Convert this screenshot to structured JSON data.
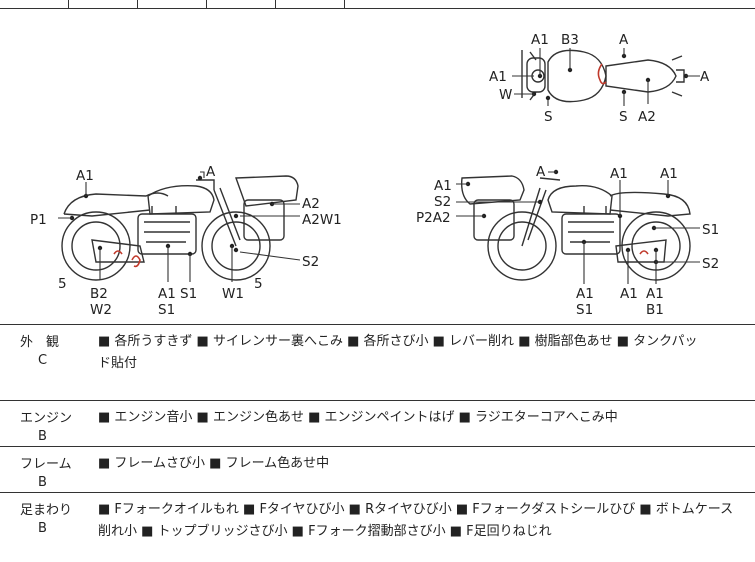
{
  "diagram": {
    "top_view": {
      "labels": [
        "A1",
        "B3",
        "A",
        "A1",
        "W",
        "A",
        "S",
        "S",
        "A2"
      ]
    },
    "left_view": {
      "labels": [
        "A1",
        "A",
        "P1",
        "A2",
        "A2W1",
        "S2",
        "5",
        "5",
        "B2",
        "W2",
        "A1",
        "S1",
        "S1",
        "W1"
      ]
    },
    "right_view": {
      "labels": [
        "A",
        "A1",
        "A1",
        "A1",
        "S2",
        "P2A2",
        "S1",
        "S2",
        "A1",
        "S1",
        "A1",
        "A1",
        "B1"
      ]
    }
  },
  "report": {
    "square_glyph": "■",
    "sections": [
      {
        "name": "外　観",
        "grade": "C",
        "lines": [
          "■ 各所うすきず ■ サイレンサー裏へこみ ■ 各所さび小 ■ レバー削れ ■ 樹脂部色あせ ■ タンクパッ",
          "ド貼付"
        ]
      },
      {
        "name": "エンジン",
        "grade": "B",
        "lines": [
          "■ エンジン音小 ■ エンジン色あせ ■ エンジンペイントはげ ■ ラジエターコアへこみ中"
        ]
      },
      {
        "name": "フレーム",
        "grade": "B",
        "lines": [
          "■ フレームさび小 ■ フレーム色あせ中"
        ]
      },
      {
        "name": "足まわり",
        "grade": "B",
        "lines": [
          "■ Fフォークオイルもれ ■ Fタイヤひび小 ■ Rタイヤひび小 ■ Fフォークダストシールひび ■ ボトムケース",
          "削れ小 ■ トップブリッジさび小 ■ Fフォーク摺動部さび小 ■ F足回りねじれ"
        ]
      }
    ]
  }
}
